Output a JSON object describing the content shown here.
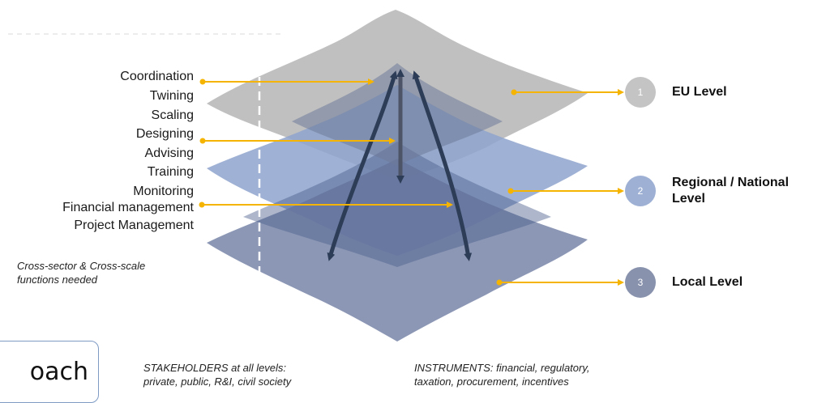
{
  "functions": [
    "Coordination",
    "Twining",
    "Scaling",
    "Designing",
    "Advising",
    "Training",
    "Monitoring",
    "Financial management",
    "Project Management"
  ],
  "note": {
    "line1": "Cross-sector & Cross-scale",
    "line2": "functions needed"
  },
  "levels": [
    {
      "number": "1",
      "label_line1": "EU Level",
      "label_line2": "",
      "color": "#c4c4c4"
    },
    {
      "number": "2",
      "label_line1": "Regional / National",
      "label_line2": "Level",
      "color": "#9eb1d5"
    },
    {
      "number": "3",
      "label_line1": "Local Level",
      "label_line2": "",
      "color": "#8892ad"
    }
  ],
  "stakeholders": {
    "line1": "STAKEHOLDERS at all levels:",
    "line2": "private, public, R&I, civil society"
  },
  "instruments": {
    "line1": "INSTRUMENTS: financial, regulatory,",
    "line2": "taxation, procurement, incentives"
  },
  "partial_box_text": "oach",
  "colors": {
    "connector": "#f5b400",
    "arrow": "#2d3d58",
    "layer_eu": "#bdbdbd",
    "layer_regional": "#8ea3cd",
    "layer_local": "#7f8cad",
    "layer_core": "#7e8aa6",
    "layer_core_dark": "#4a5e8c"
  }
}
